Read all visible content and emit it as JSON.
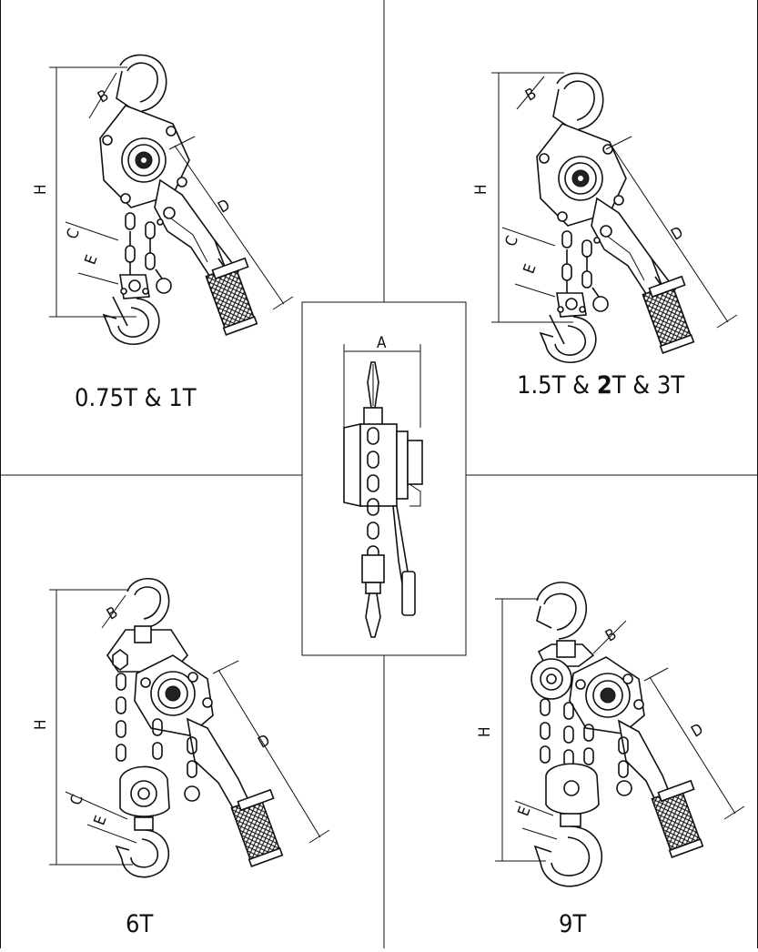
{
  "panels": {
    "top_left": {
      "caption": "0.75T & 1T",
      "labels": {
        "h": "H",
        "b": "B",
        "c": "C",
        "e": "E",
        "d": "D"
      }
    },
    "top_right": {
      "caption_parts": [
        "1.5T & ",
        "2",
        "T & 3T"
      ],
      "labels": {
        "h": "H",
        "b": "B",
        "c": "C",
        "e": "E",
        "d": "D"
      }
    },
    "bottom_left": {
      "caption": "6T",
      "labels": {
        "h": "H",
        "b": "B",
        "c": "C",
        "e": "E",
        "d": "D"
      }
    },
    "bottom_right": {
      "caption": "9T",
      "labels": {
        "h": "H",
        "b": "B",
        "e": "E",
        "d": "D"
      }
    },
    "center": {
      "labels": {
        "a": "A"
      }
    }
  }
}
